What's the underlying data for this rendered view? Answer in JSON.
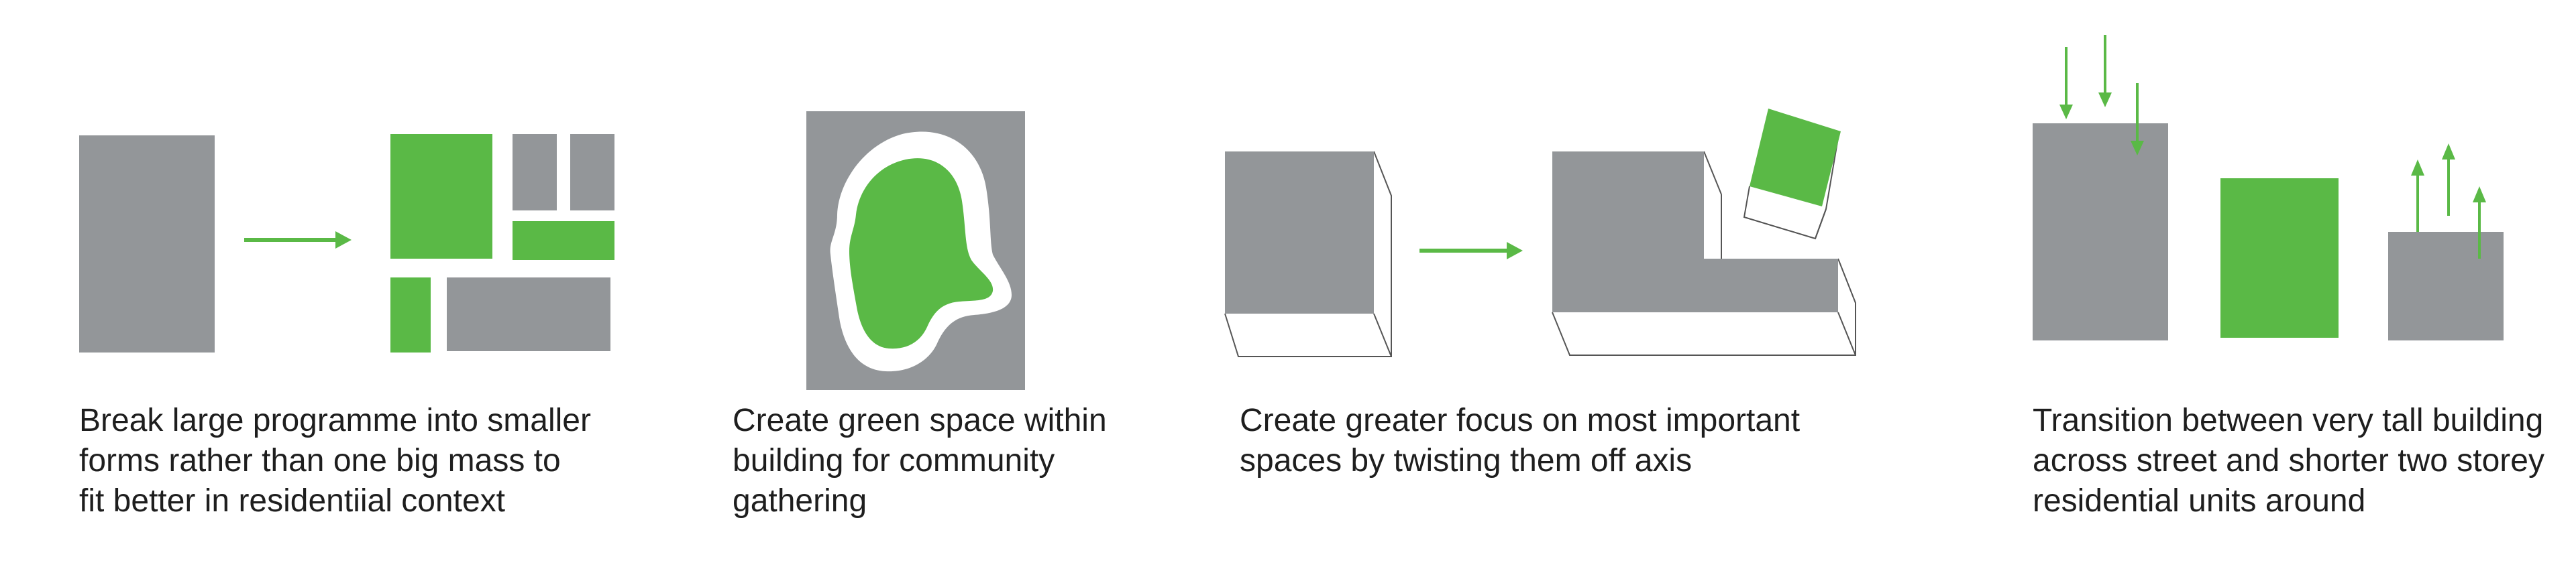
{
  "colors": {
    "mass": "#939699",
    "green": "#5ab946",
    "outline": "#555555",
    "white": "#ffffff"
  },
  "panels": [
    {
      "id": "break-mass",
      "caption_lines": [
        "Break large programme into smaller",
        "forms rather than one big mass to",
        "fit better in residentiial context"
      ]
    },
    {
      "id": "green-space",
      "caption_lines": [
        "Create green space within",
        "building for community",
        "gathering"
      ]
    },
    {
      "id": "twist-axis",
      "caption_lines": [
        "Create greater focus on most important",
        "spaces by twisting them off axis"
      ]
    },
    {
      "id": "height-transition",
      "caption_lines": [
        "Transition between very tall building",
        "across street and shorter two storey",
        "residential units around"
      ]
    }
  ]
}
